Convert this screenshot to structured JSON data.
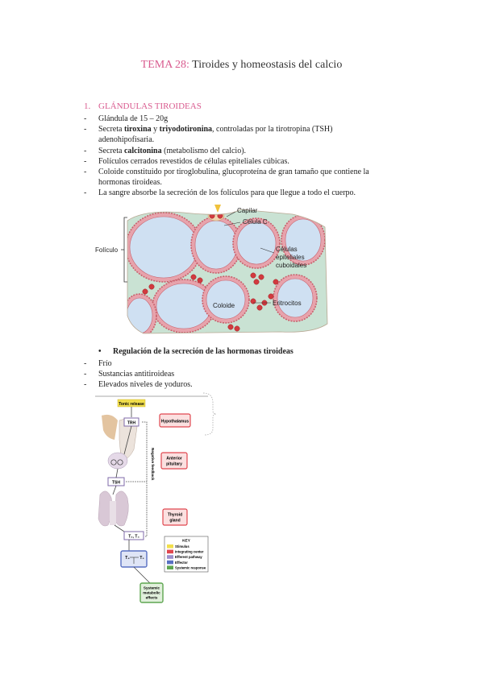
{
  "title": {
    "prefix": "TEMA 28:",
    "text": " Tiroides y homeostasis del calcio"
  },
  "section1": {
    "number": "1.",
    "heading": "GLÁNDULAS TIROIDEAS",
    "items": [
      {
        "parts": [
          {
            "t": "Glándula de 15 – 20g",
            "b": false
          }
        ]
      },
      {
        "parts": [
          {
            "t": "Secreta ",
            "b": false
          },
          {
            "t": "tiroxina",
            "b": true
          },
          {
            "t": " y ",
            "b": false
          },
          {
            "t": "triyodotironina",
            "b": true
          },
          {
            "t": ", controladas por la tirotropina (TSH)",
            "b": false
          }
        ]
      },
      {
        "cont": true,
        "parts": [
          {
            "t": "adenohipofisaria.",
            "b": false
          }
        ]
      },
      {
        "parts": [
          {
            "t": "Secreta ",
            "b": false
          },
          {
            "t": "calcitonina",
            "b": true
          },
          {
            "t": " (metabolismo del calcio).",
            "b": false
          }
        ]
      },
      {
        "parts": [
          {
            "t": "Folículos cerrados revestidos de células epiteliales cúbicas.",
            "b": false
          }
        ]
      },
      {
        "parts": [
          {
            "t": "Coloide constituido por tiroglobulina, glucoproteína de gran tamaño que contiene la",
            "b": false
          }
        ]
      },
      {
        "cont": true,
        "parts": [
          {
            "t": "hormonas tiroideas.",
            "b": false
          }
        ]
      },
      {
        "parts": [
          {
            "t": "La sangre absorbe la secreción de los folículos para que llegue a todo el cuerpo.",
            "b": false
          }
        ]
      }
    ]
  },
  "figure1": {
    "labels": {
      "capilar": "Capilar",
      "celula_c": "Célula C",
      "celulas_line1": "Células",
      "celulas_line2": "epiteliales",
      "celulas_line3": "cuboidales",
      "eritrocitos": "Eritrocitos",
      "coloide": "Coloide",
      "foliculo": "Folículo"
    },
    "colors": {
      "stroma": "#c9e2d3",
      "colloid": "#cfe0f2",
      "epithelium": "#e7a3ac",
      "epithelium_dark": "#c8606c",
      "erythrocyte": "#d23a3f",
      "background": "#f5ede0",
      "capillary": "#f2d6b0"
    }
  },
  "section2": {
    "bullet": "•",
    "heading": "Regulación de la secreción de las hormonas tiroideas",
    "items": [
      "Frío",
      "Sustancias antitiroideas",
      "Elevados niveles de yoduros."
    ]
  },
  "figure2": {
    "tonic": "Tonic release",
    "trh": "TRH",
    "tsh": "TSH",
    "t4t3": "T₄, T₃",
    "t4": "T₄",
    "t3": "T₃",
    "hypothalamus": "Hypothalamus",
    "anterior_line1": "Anterior",
    "anterior_line2": "pituitary",
    "thyroid_line1": "Thyroid",
    "thyroid_line2": "gland",
    "systemic_line1": "Systemic",
    "systemic_line2": "metabolic",
    "systemic_line3": "effects",
    "negative_feedback": "Negative feedback",
    "key": {
      "title": "KEY",
      "items": [
        {
          "label": "Stimulus",
          "color": "#f2df4c"
        },
        {
          "label": "Integrating center",
          "color": "#e0474f"
        },
        {
          "label": "Efferent pathway",
          "color": "#9c8fcc"
        },
        {
          "label": "Effector",
          "color": "#5870c2"
        },
        {
          "label": "Systemic response",
          "color": "#5ea550"
        }
      ]
    }
  }
}
